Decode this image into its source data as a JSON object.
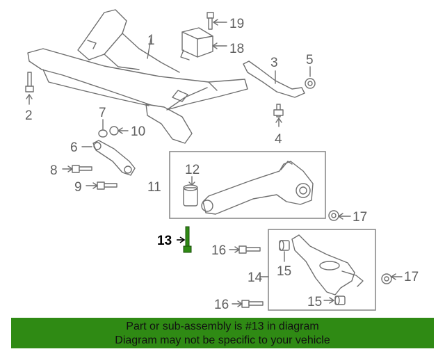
{
  "callouts": {
    "c1": "1",
    "c2": "2",
    "c3": "3",
    "c4": "4",
    "c5": "5",
    "c6": "6",
    "c7": "7",
    "c8": "8",
    "c9": "9",
    "c10": "10",
    "c11": "11",
    "c12": "12",
    "c13": "13",
    "c14": "14",
    "c15a": "15",
    "c15b": "15",
    "c16a": "16",
    "c16b": "16",
    "c17a": "17",
    "c17b": "17",
    "c18": "18",
    "c19": "19"
  },
  "highlight_color": "#2f8a14",
  "banner": {
    "line1": "Part or sub-assembly is #13 in diagram",
    "line2": "Diagram may not be specific to your vehicle"
  }
}
